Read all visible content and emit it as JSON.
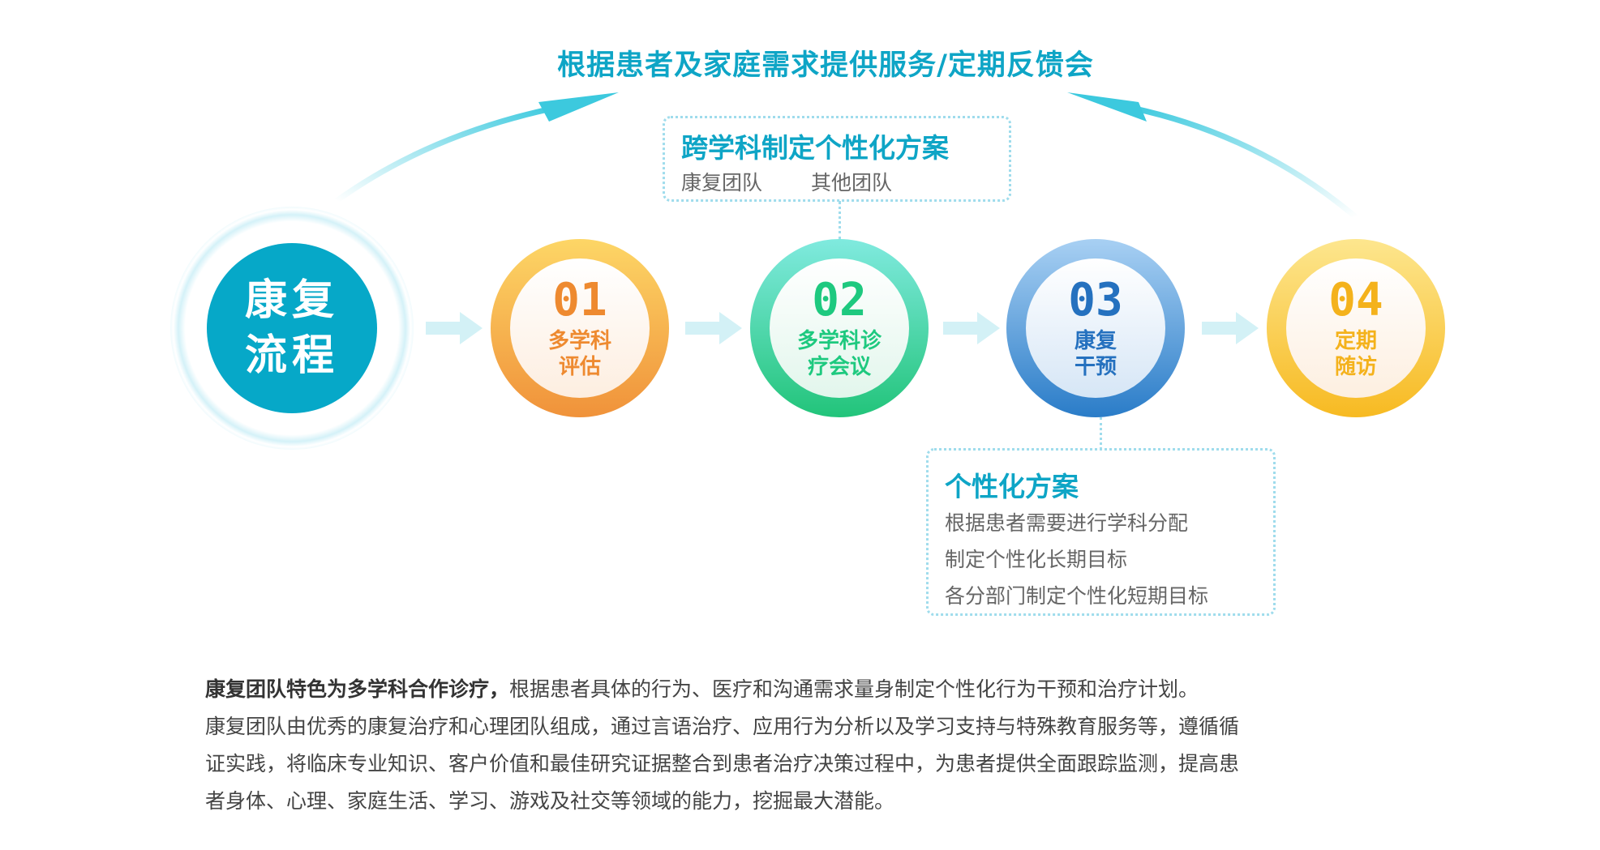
{
  "top_title": "根据患者及家庭需求提供服务/定期反馈会",
  "top_box": {
    "title": "跨学科制定个性化方案",
    "items": [
      "康复团队",
      "其他团队"
    ]
  },
  "main_circle": {
    "line1": "康复",
    "line2": "流程",
    "color": "#06a8c8"
  },
  "steps": [
    {
      "num": "01",
      "line1": "多学科",
      "line2": "评估",
      "color": "#ee8a30"
    },
    {
      "num": "02",
      "line1": "多学科诊",
      "line2": "疗会议",
      "color": "#1ec97f"
    },
    {
      "num": "03",
      "line1": "康复",
      "line2": "干预",
      "color": "#2571bf"
    },
    {
      "num": "04",
      "line1": "定期",
      "line2": "随访",
      "color": "#f4b21c"
    }
  ],
  "bottom_box": {
    "title": "个性化方案",
    "items": [
      "根据患者需要进行学科分配",
      "制定个性化长期目标",
      "各分部门制定个性化短期目标"
    ]
  },
  "paragraph": {
    "bold": "康复团队特色为多学科合作诊疗，",
    "rest1": "根据患者具体的行为、医疗和沟通需求量身制定个性化行为干预和治疗计划。",
    "line2": "康复团队由优秀的康复治疗和心理团队组成，通过言语治疗、应用行为分析以及学习支持与特殊教育服务等，遵循循",
    "line3": "证实践，将临床专业知识、客户价值和最佳研究证据整合到患者治疗决策过程中，为患者提供全面跟踪监测，提高患",
    "line4": "者身体、心理、家庭生活、学习、游戏及社交等领域的能力，挖掘最大潜能。"
  }
}
